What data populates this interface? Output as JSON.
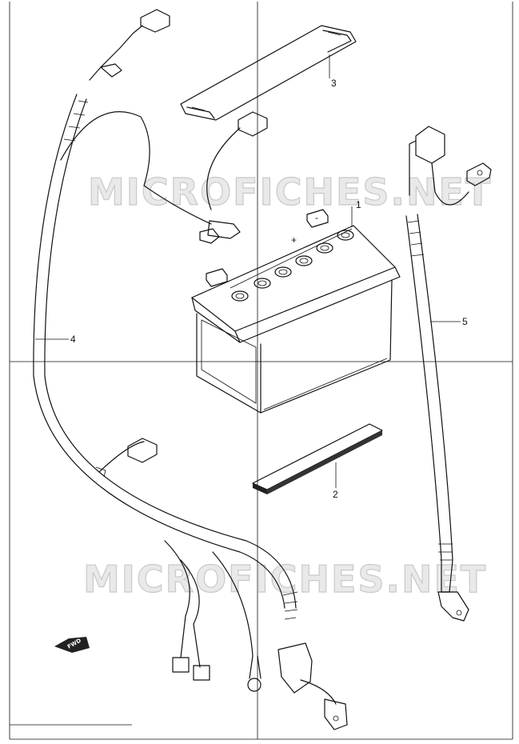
{
  "watermark": {
    "text_top": "MICROFICHES.NET",
    "text_bottom": "MICROFICHES.NET"
  },
  "fwd_label": "FWD",
  "battery_terminals": {
    "positive": "+",
    "negative": "-"
  },
  "callouts": [
    {
      "id": "1",
      "label": "1",
      "part": "battery"
    },
    {
      "id": "2",
      "label": "2",
      "part": "battery-pad"
    },
    {
      "id": "3",
      "label": "3",
      "part": "battery-band"
    },
    {
      "id": "4",
      "label": "4",
      "part": "main-harness"
    },
    {
      "id": "5",
      "label": "5",
      "part": "battery-cable"
    }
  ],
  "colors": {
    "line": "#111111",
    "watermark": "#c9c9c9",
    "background": "#ffffff"
  }
}
